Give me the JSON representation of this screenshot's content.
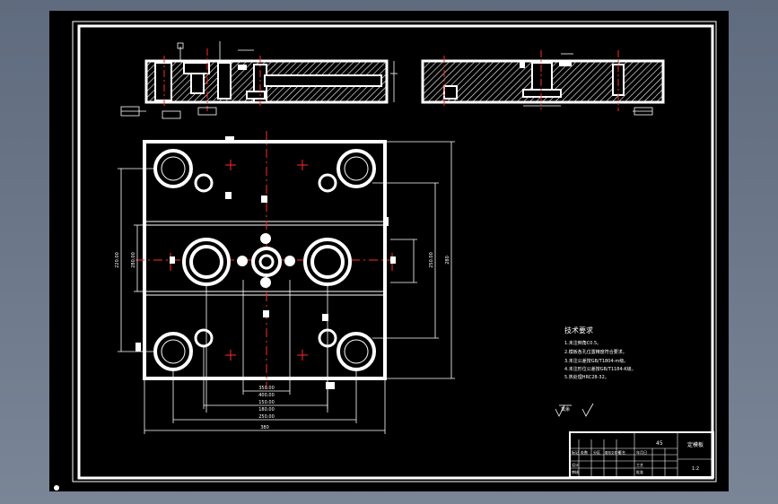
{
  "colors": {
    "background": "#000000",
    "geometry": "#ffffff",
    "centerline": "#ff2a2a",
    "dimension": "#ffffff"
  },
  "top_view": {
    "dims_bottom": [
      "350.00",
      "400.00",
      "150.00",
      "180.00",
      "250.00",
      "380"
    ],
    "dims_left": [
      "220.00",
      "280.00"
    ],
    "dims_right": [
      "250.00",
      "280"
    ]
  },
  "notes": {
    "title": "技术要求",
    "lines": [
      "1.未注倒角C0.5。",
      "2.模板各孔位置精度符合要求。",
      "3.未注公差按GB/T1804-m级。",
      "4.未注形位公差按GB/T1184-K级。",
      "5.热处理HRC28-32。"
    ],
    "roughness": "其余"
  },
  "title_block": {
    "part_name": "定模板",
    "drawing_no": "1:2",
    "material": "45",
    "cells": [
      "标记",
      "处数",
      "分区",
      "更改文件号",
      "签名",
      "年月日",
      "设计",
      "审核",
      "工艺",
      "批准"
    ]
  }
}
